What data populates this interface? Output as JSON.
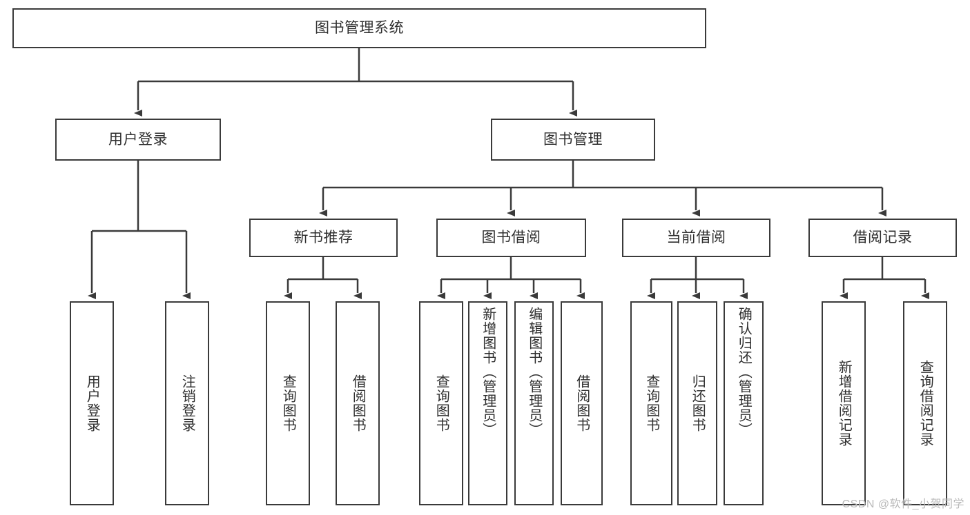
{
  "diagram": {
    "title_node": {
      "label": "图书管理系统"
    },
    "colors": {
      "border": "#3a3a3a",
      "text": "#2f2f2f",
      "background": "#ffffff",
      "watermark": "#b9b9b9"
    },
    "level2": [
      {
        "label": "用户登录"
      },
      {
        "label": "图书管理"
      }
    ],
    "level3": [
      {
        "label": "新书推荐"
      },
      {
        "label": "图书借阅"
      },
      {
        "label": "当前借阅"
      },
      {
        "label": "借阅记录"
      }
    ],
    "leaves": {
      "user_login": [
        {
          "label": "用户登录"
        },
        {
          "label": "注销登录"
        }
      ],
      "new_book_recommend": [
        {
          "label": "查询图书"
        },
        {
          "label": "借阅图书"
        }
      ],
      "book_borrow": [
        {
          "label": "查询图书"
        },
        {
          "label": "新增图书（管理员）"
        },
        {
          "label": "编辑图书（管理员）"
        },
        {
          "label": "借阅图书"
        }
      ],
      "current_borrow": [
        {
          "label": "查询图书"
        },
        {
          "label": "归还图书"
        },
        {
          "label": "确认归还（管理员）"
        }
      ],
      "borrow_record": [
        {
          "label": "新增借阅记录"
        },
        {
          "label": "查询借阅记录"
        }
      ]
    },
    "watermark": "CSDN @软件_小贺同学"
  }
}
